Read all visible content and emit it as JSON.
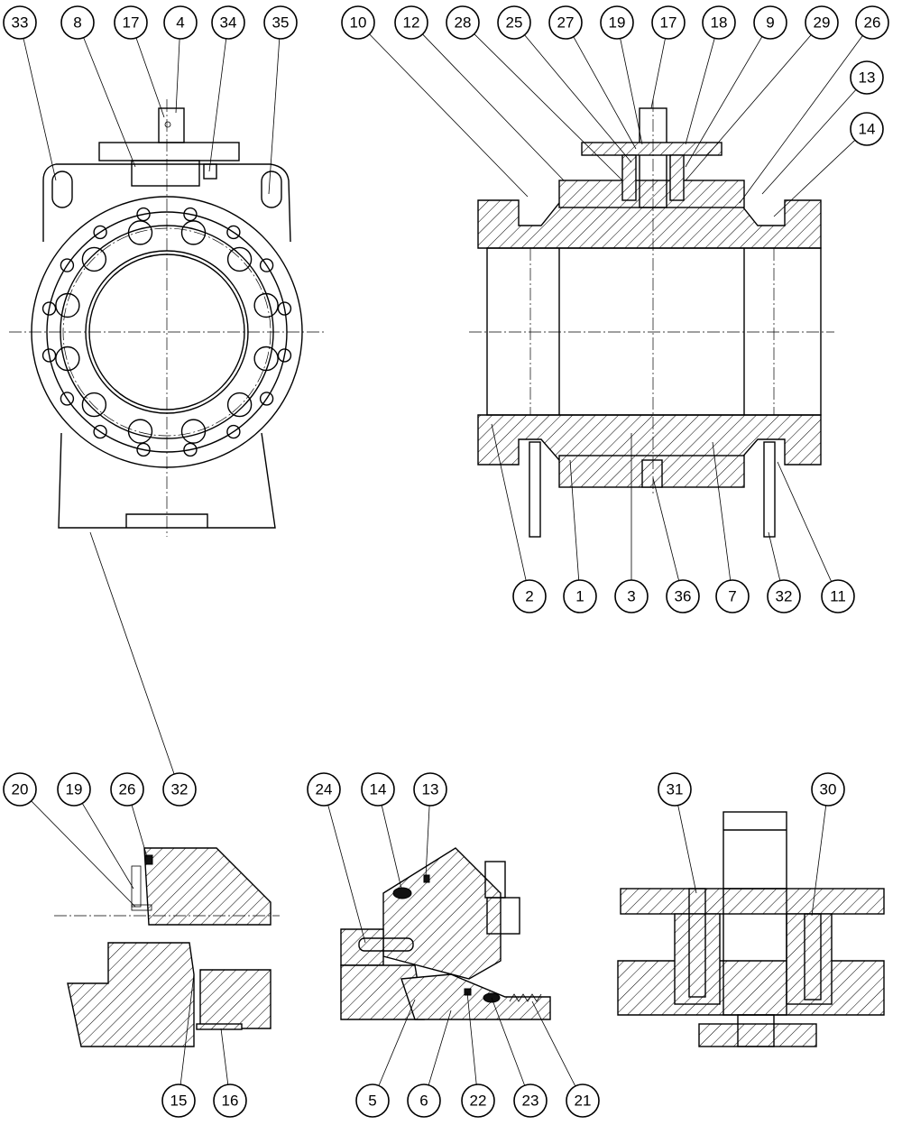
{
  "views": {
    "front_view": {
      "balloons": [
        "33",
        "8",
        "17",
        "4",
        "34",
        "35",
        "32"
      ]
    },
    "section_view": {
      "balloons": [
        "10",
        "12",
        "28",
        "25",
        "27",
        "19",
        "17",
        "18",
        "9",
        "29",
        "26",
        "13",
        "14",
        "2",
        "1",
        "3",
        "36",
        "7",
        "32",
        "11"
      ]
    },
    "detail_seat": {
      "balloons": [
        "20",
        "19",
        "26",
        "15",
        "16"
      ]
    },
    "detail_flange": {
      "balloons": [
        "24",
        "14",
        "13",
        "5",
        "6",
        "22",
        "23",
        "21"
      ]
    },
    "detail_stem": {
      "balloons": [
        "31",
        "30"
      ]
    }
  }
}
